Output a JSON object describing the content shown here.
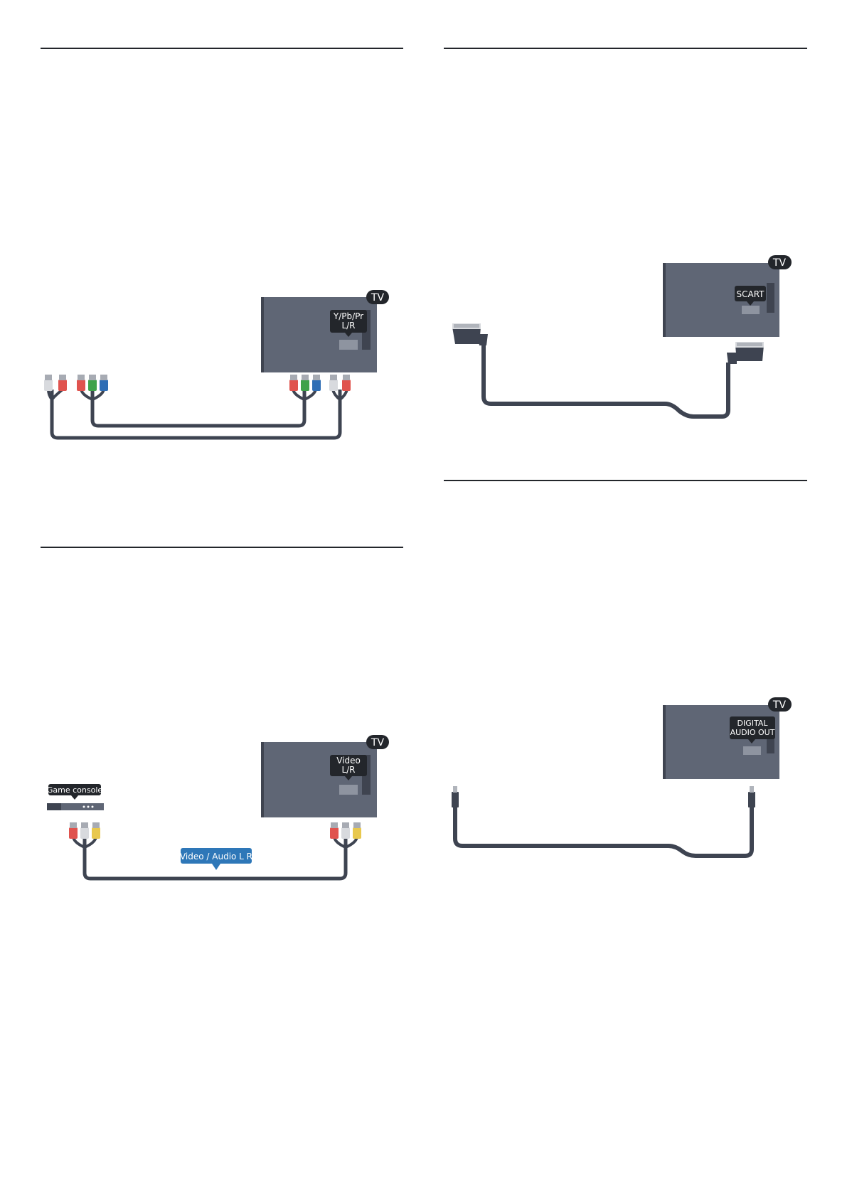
{
  "diagrams": {
    "component": {
      "tv_badge": "TV",
      "port_label_line1": "Y/Pb/Pr",
      "port_label_line2": "L/R"
    },
    "scart": {
      "tv_badge": "TV",
      "port_label": "SCART"
    },
    "cvbs": {
      "tv_badge": "TV",
      "port_label_line1": "Video",
      "port_label_line2": "L/R",
      "device_label": "Game console",
      "cable_label": "Video / Audio L R"
    },
    "digital_audio": {
      "tv_badge": "TV",
      "port_label_line1": "DIGITAL",
      "port_label_line2": "AUDIO OUT"
    }
  },
  "colors": {
    "tv_body": "#5f6675",
    "tv_side": "#3f4450",
    "cable": "#3e4451",
    "label_bg": "#23262b",
    "port": "#8e94a0",
    "plug_red": "#e0534e",
    "plug_green": "#3fa24a",
    "plug_blue": "#2f6eb5",
    "plug_white": "#d8dade",
    "plug_yellow": "#e8c84e",
    "callout_blue": "#2e77b8"
  }
}
